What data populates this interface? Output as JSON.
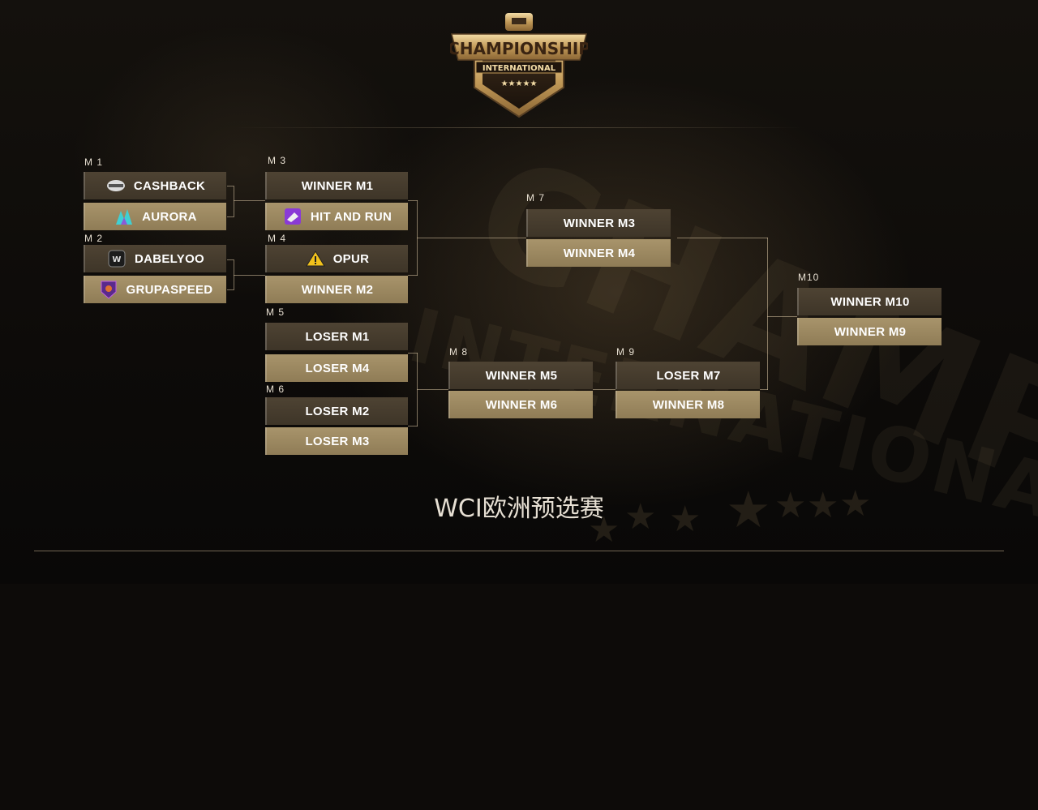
{
  "event": {
    "logo_text": "CHAMPIONSHIP",
    "logo_subtext": "INTERNATIONAL",
    "title": "WCI欧洲预选赛"
  },
  "colors": {
    "slot_dark": "#4e4333",
    "slot_light": "#a8946b",
    "connector": "#dcc8a5",
    "background": "#0d0b09"
  },
  "bracket": {
    "m1": {
      "label": "M 1",
      "slot1": "CASHBACK",
      "slot1_icon": "cashback-logo-icon",
      "slot2": "AURORA",
      "slot2_icon": "aurora-logo-icon"
    },
    "m2": {
      "label": "M 2",
      "slot1": "DABELYOO",
      "slot1_icon": "dabelyoo-logo-icon",
      "slot2": "GRUPASPEED",
      "slot2_icon": "grupaspeed-logo-icon"
    },
    "m3": {
      "label": "M 3",
      "slot1": "WINNER M1",
      "slot2": "HIT AND RUN",
      "slot2_icon": "hit-and-run-logo-icon"
    },
    "m4": {
      "label": "M 4",
      "slot1": "OPUR",
      "slot1_icon": "opur-logo-icon",
      "slot2": "WINNER M2"
    },
    "m5": {
      "label": "M 5",
      "slot1": "LOSER M1",
      "slot2": "LOSER M4"
    },
    "m6": {
      "label": "M 6",
      "slot1": "LOSER M2",
      "slot2": "LOSER M3"
    },
    "m7": {
      "label": "M 7",
      "slot1": "WINNER M3",
      "slot2": "WINNER M4"
    },
    "m8": {
      "label": "M 8",
      "slot1": "WINNER M5",
      "slot2": "WINNER M6"
    },
    "m9": {
      "label": "M 9",
      "slot1": "LOSER M7",
      "slot2": "WINNER M8"
    },
    "m10": {
      "label": "M10",
      "slot1": "WINNER M10",
      "slot2": "WINNER M9"
    }
  }
}
